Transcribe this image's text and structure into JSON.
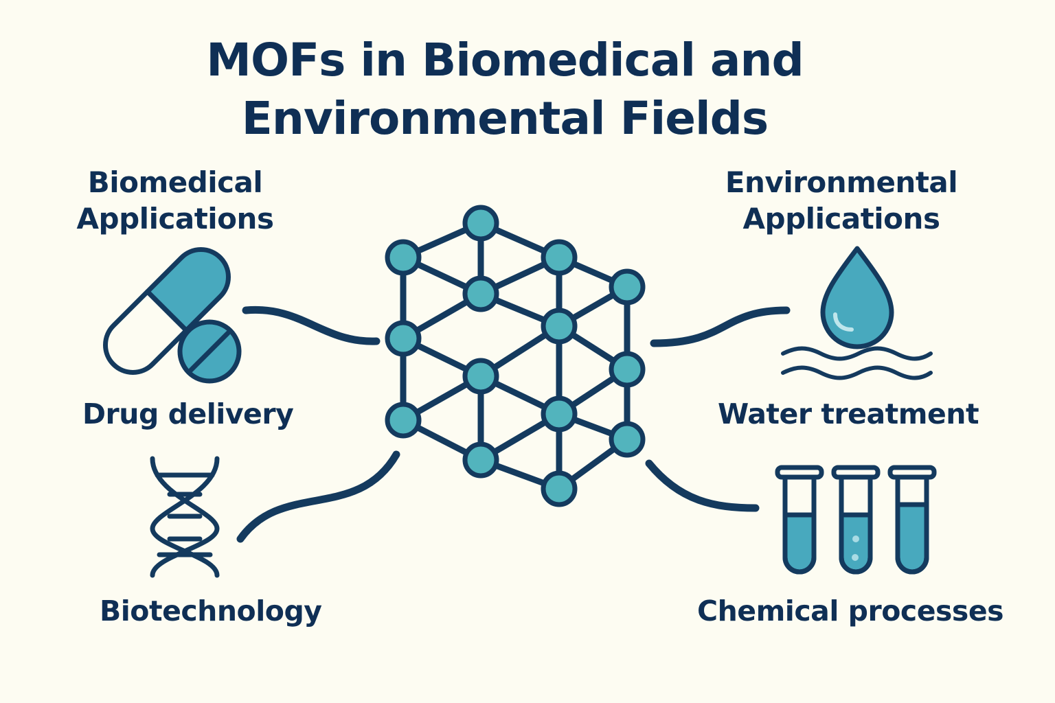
{
  "title": {
    "line1": "MOFs in Biomedical and",
    "line2": "Environmental Fields"
  },
  "biomedical": {
    "heading_line1": "Biomedical",
    "heading_line2": "Applications",
    "items": [
      {
        "label": "Drug delivery",
        "icon": "pill-capsule-icon"
      },
      {
        "label": "Biotechnology",
        "icon": "dna-helix-icon"
      }
    ]
  },
  "environmental": {
    "heading_line1": "Environmental",
    "heading_line2": "Applications",
    "items": [
      {
        "label": "Water treatment",
        "icon": "water-drop-icon"
      },
      {
        "label": "Chemical processes",
        "icon": "test-tubes-icon"
      }
    ]
  },
  "center": {
    "icon": "mof-lattice-icon"
  },
  "colors": {
    "background": "#fdfcf2",
    "text": "#0f2f55",
    "outline": "#143a5e",
    "accent": "#48a9be",
    "node": "#52b4bd"
  }
}
